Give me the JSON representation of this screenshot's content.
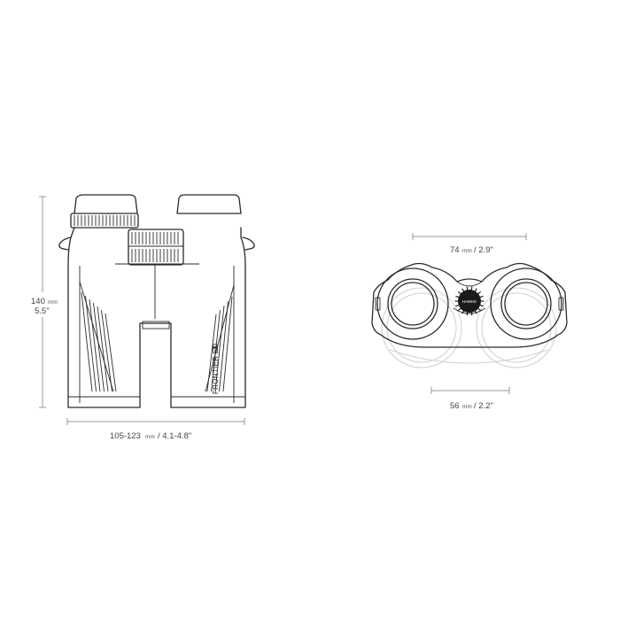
{
  "dimensions": {
    "height_value": "140",
    "height_unit": "mm",
    "height_inch": "5.5\"",
    "width_value": "105-123",
    "width_unit": "mm",
    "width_inch": "/ 4.1-4.8\"",
    "top_value": "74",
    "top_unit": "mm",
    "top_inch": "/ 2.9\"",
    "bottom_value": "56",
    "bottom_unit": "mm",
    "bottom_inch": "/ 2.2\""
  },
  "product": {
    "model": "FRONTIER ED",
    "model_suffix": "X",
    "logo": "HAWKE"
  },
  "colors": {
    "line": "#2a2a2a",
    "faint": "#d2d2d2",
    "dimension": "#9a9a9a"
  }
}
